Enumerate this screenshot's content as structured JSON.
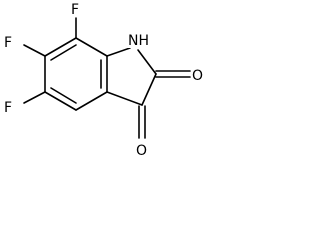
{
  "molecule": {
    "atoms": {
      "f7": "F",
      "f6": "F",
      "f5": "F",
      "nh": "NH",
      "o2": "O",
      "o3": "O"
    }
  }
}
